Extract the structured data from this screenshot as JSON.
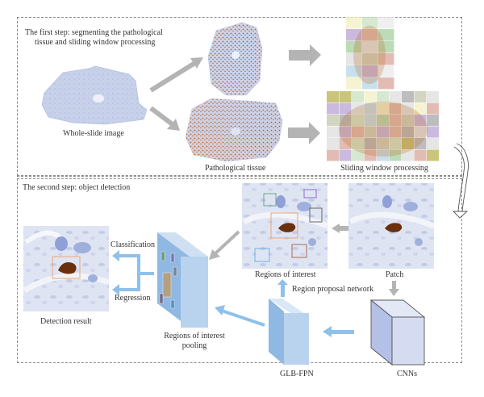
{
  "step1": {
    "title_line1": "The first step: segmenting the pathological",
    "title_line2": "tissue and sliding window processing",
    "whole_slide_label": "Whole-slide image",
    "pathological_label": "Pathological tissue",
    "sliding_label": "Sliding window processing"
  },
  "step2": {
    "title": "The second step: object detection",
    "detection_label": "Detection result",
    "classification_label": "Classification",
    "regression_label": "Regression",
    "roi_pooling_line1": "Regions of interest",
    "roi_pooling_line2": "pooling",
    "roi_label": "Regions of interest",
    "patch_label": "Patch",
    "rpn_label": "Region proposal network",
    "glb_label": "GLB-FPN",
    "cnn_label": "CNNs"
  },
  "colors": {
    "gray_arrow": "#b4b4b4",
    "blue_arrow": "#8fc0ea",
    "tissue_blue": "#c9d2ea",
    "stain_brown": "#b5651d",
    "cube_front": "#b9d3ee",
    "cube_side": "#8fb8e2",
    "cnn_front": "#d5dcf1",
    "cnn_side": "#b4c0e6"
  }
}
